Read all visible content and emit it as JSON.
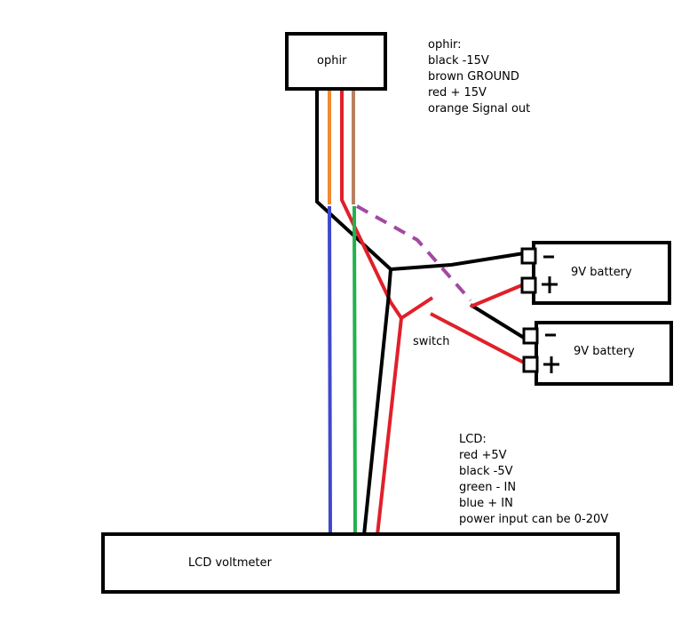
{
  "ophir_box": {
    "label": "ophir"
  },
  "ophir_notes": {
    "title": "ophir:",
    "lines": [
      "black -15V",
      "brown GROUND",
      "red + 15V",
      "orange Signal out"
    ]
  },
  "battery_top": {
    "label": "9V battery",
    "minus": "-",
    "plus": "+"
  },
  "battery_bottom": {
    "label": "9V battery",
    "minus": "-",
    "plus": "+"
  },
  "switch_label": "switch",
  "lcd_notes": {
    "title": "LCD:",
    "lines": [
      "red +5V",
      "black -5V",
      "green - IN",
      "blue + IN",
      "power input can be 0-20V"
    ]
  },
  "lcd_box": {
    "label": "LCD voltmeter"
  },
  "wire_colors": {
    "black": "#000000",
    "red": "#e0202a",
    "orange": "#f08a30",
    "brown": "#b98060",
    "blue": "#3f48cc",
    "green": "#22b14c",
    "dashed": "#a349a4"
  }
}
